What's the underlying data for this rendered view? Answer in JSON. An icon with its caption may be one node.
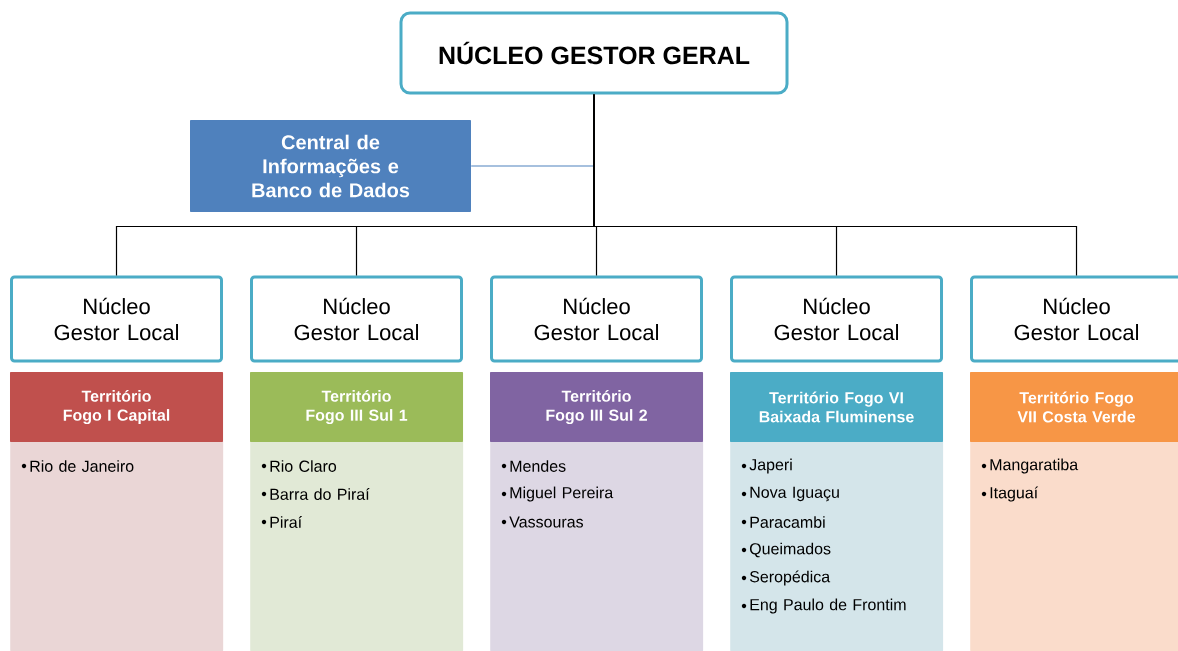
{
  "diagram": {
    "nodes": [
      {
        "text": [
          "NÚCLEO GESTOR GERAL"
        ]
      },
      {
        "text": [
          "Central de Informações e Banco de Dados"
        ]
      },
      {
        "text": [
          "Núcleo Gestor Local"
        ]
      },
      {
        "text": [
          "Núcleo Gestor Local"
        ]
      },
      {
        "text": [
          "Núcleo Gestor Local"
        ]
      },
      {
        "text": [
          "Núcleo Gestor Local"
        ]
      },
      {
        "text": [
          "Núcleo Gestor Local"
        ]
      },
      {
        "text": [
          "Território Fogo I Capital",
          "Rio de Janeiro"
        ]
      },
      {
        "text": [
          "Território Fogo III Sul 1",
          "Rio Claro",
          "Barra do Piraí",
          "Piraí"
        ]
      },
      {
        "text": [
          "Território Fogo III Sul 2",
          "Mendes",
          "Miguel Pereira",
          "Vassouras"
        ]
      },
      {
        "text": [
          "Território Fogo VI Baixada Fluminense",
          "Japeri",
          "Nova Iguaçu",
          "Paracambi",
          "Queimados",
          "Seropédica",
          "Eng Paulo de Frontim"
        ]
      },
      {
        "text": [
          "Território Fogo VII Costa Verde",
          "Mangaratiba",
          "Itaguaí"
        ]
      }
    ],
    "edges": [
      {
        "from": 0,
        "to": 1,
        "arrow": "none",
        "color": "#4f81bd"
      },
      {
        "from": 0,
        "to": 2,
        "arrow": "none"
      },
      {
        "from": 0,
        "to": 3,
        "arrow": "none"
      },
      {
        "from": 0,
        "to": 4,
        "arrow": "none"
      },
      {
        "from": 0,
        "to": 5,
        "arrow": "none"
      },
      {
        "from": 0,
        "to": 6,
        "arrow": "none"
      }
    ]
  }
}
